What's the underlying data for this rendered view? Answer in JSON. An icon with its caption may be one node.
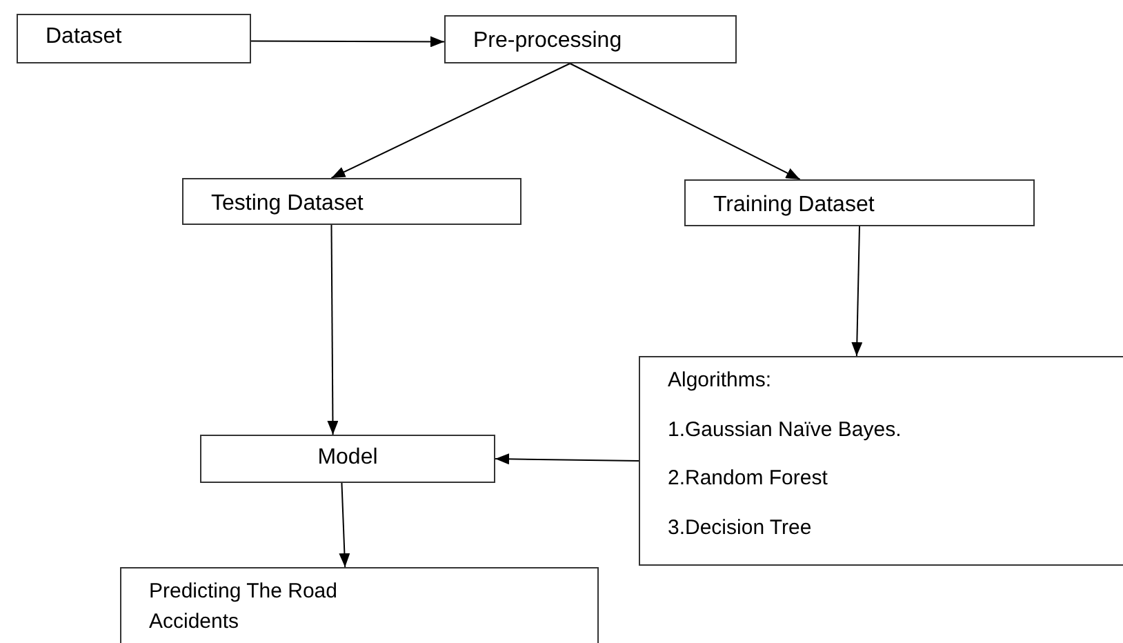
{
  "diagram": {
    "nodes": [
      {
        "text": [
          "Dataset"
        ]
      },
      {
        "text": [
          "Pre-processing"
        ]
      },
      {
        "text": [
          "Testing Dataset"
        ]
      },
      {
        "text": [
          "Training Dataset"
        ]
      },
      {
        "text": [
          "Algorithms:",
          "1.Gaussian Naïve Bayes.",
          "2.Random Forest",
          "3.Decision Tree"
        ]
      },
      {
        "text": [
          "Model"
        ]
      },
      {
        "text": [
          "Predicting The Road Accidents"
        ]
      }
    ],
    "edges": [
      {
        "from": 0,
        "to": 1,
        "arrow": "to"
      },
      {
        "from": 1,
        "to": 2,
        "arrow": "to"
      },
      {
        "from": 1,
        "to": 3,
        "arrow": "to"
      },
      {
        "from": 2,
        "to": 5,
        "arrow": "to"
      },
      {
        "from": 3,
        "to": 4,
        "arrow": "to"
      },
      {
        "from": 4,
        "to": 5,
        "arrow": "to"
      },
      {
        "from": 5,
        "to": 6,
        "arrow": "to"
      }
    ]
  }
}
